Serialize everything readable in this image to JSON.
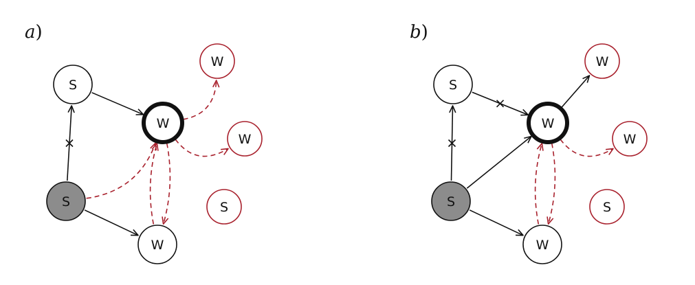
{
  "colors": {
    "black": "#111111",
    "red": "#a8202c",
    "gray_fill": "#8c8c8c",
    "white": "#ffffff"
  },
  "panels": [
    {
      "label": "a",
      "label_paren": ")",
      "nodes": [
        {
          "id": "s_top",
          "text": "S",
          "style": "normal"
        },
        {
          "id": "w_center",
          "text": "W",
          "style": "thick"
        },
        {
          "id": "s_source",
          "text": "S",
          "style": "gray"
        },
        {
          "id": "w_bottom",
          "text": "W",
          "style": "normal"
        },
        {
          "id": "w_red1",
          "text": "W",
          "style": "red"
        },
        {
          "id": "w_red2",
          "text": "W",
          "style": "red"
        },
        {
          "id": "s_red",
          "text": "S",
          "style": "red"
        }
      ],
      "edges": [
        {
          "from": "s_top",
          "to": "w_center",
          "style": "solid",
          "cut": false
        },
        {
          "from": "s_source",
          "to": "s_top",
          "style": "solid",
          "cut": true
        },
        {
          "from": "s_source",
          "to": "w_bottom",
          "style": "solid",
          "cut": false
        },
        {
          "from": "s_source",
          "to": "w_center",
          "style": "dashed",
          "cut": false
        },
        {
          "from": "w_center",
          "to": "w_red1",
          "style": "dashed",
          "cut": false
        },
        {
          "from": "w_center",
          "to": "w_red2",
          "style": "dashed",
          "cut": false
        },
        {
          "from": "w_center",
          "to": "w_bottom",
          "style": "dashed",
          "cut": false
        },
        {
          "from": "w_bottom",
          "to": "w_center",
          "style": "dashed",
          "cut": false
        }
      ]
    },
    {
      "label": "b",
      "label_paren": ")",
      "nodes": [
        {
          "id": "s_top",
          "text": "S",
          "style": "normal"
        },
        {
          "id": "w_center",
          "text": "W",
          "style": "thick"
        },
        {
          "id": "s_source",
          "text": "S",
          "style": "gray"
        },
        {
          "id": "w_bottom",
          "text": "W",
          "style": "normal"
        },
        {
          "id": "w_red1",
          "text": "W",
          "style": "red"
        },
        {
          "id": "w_red2",
          "text": "W",
          "style": "red"
        },
        {
          "id": "s_red",
          "text": "S",
          "style": "red"
        }
      ],
      "edges": [
        {
          "from": "s_top",
          "to": "w_center",
          "style": "solid",
          "cut": true
        },
        {
          "from": "s_source",
          "to": "s_top",
          "style": "solid",
          "cut": true
        },
        {
          "from": "s_source",
          "to": "w_bottom",
          "style": "solid",
          "cut": false
        },
        {
          "from": "s_source",
          "to": "w_center",
          "style": "solid",
          "cut": false
        },
        {
          "from": "w_center",
          "to": "w_red1",
          "style": "solid",
          "cut": false
        },
        {
          "from": "w_center",
          "to": "w_red2",
          "style": "dashed",
          "cut": false
        },
        {
          "from": "w_center",
          "to": "w_bottom",
          "style": "dashed",
          "cut": false
        },
        {
          "from": "w_bottom",
          "to": "w_center",
          "style": "dashed",
          "cut": false
        }
      ]
    }
  ]
}
